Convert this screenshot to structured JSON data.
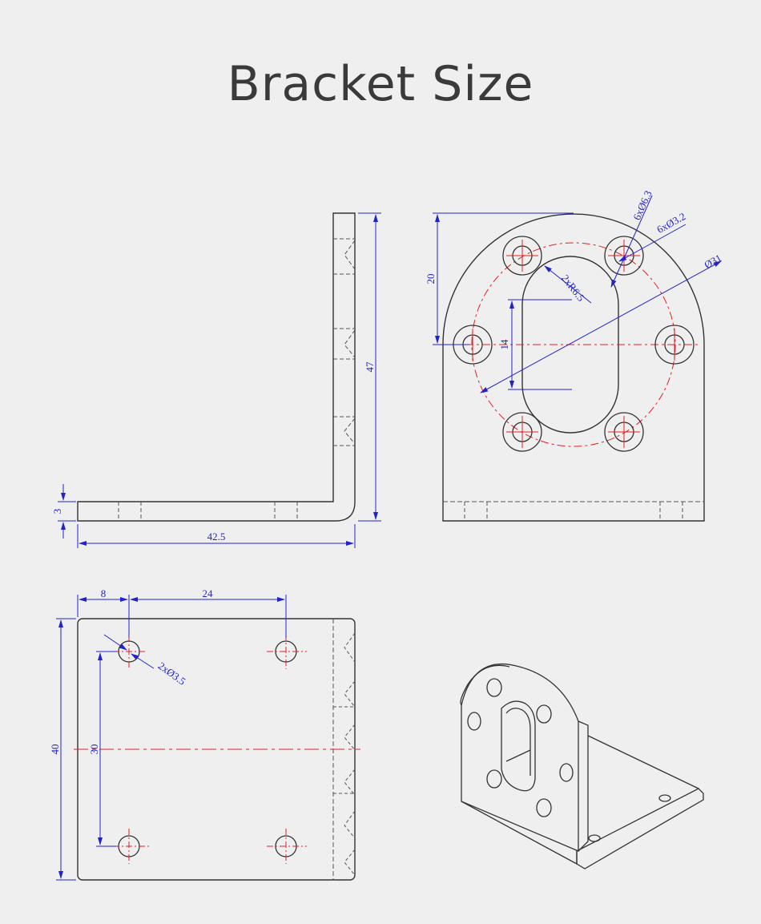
{
  "title": "Bracket Size",
  "colors": {
    "background": "#efefef",
    "outline": "#333333",
    "dimension": "#2222cc",
    "centerline": "#e02020"
  },
  "side_view": {
    "thickness": "3",
    "length": "42.5",
    "height": "47"
  },
  "front_view": {
    "height_to_center": "20",
    "slot_length": "14",
    "slot_radius": "2xR6.5",
    "pitch_circle": "Ø31",
    "hole_large": "6xØ6.3",
    "hole_small": "6xØ3.2"
  },
  "plan_view": {
    "hole_offset": "8",
    "hole_spacing_x": "24",
    "hole_spacing_y": "30",
    "width": "40",
    "holes": "2xØ3.5"
  }
}
